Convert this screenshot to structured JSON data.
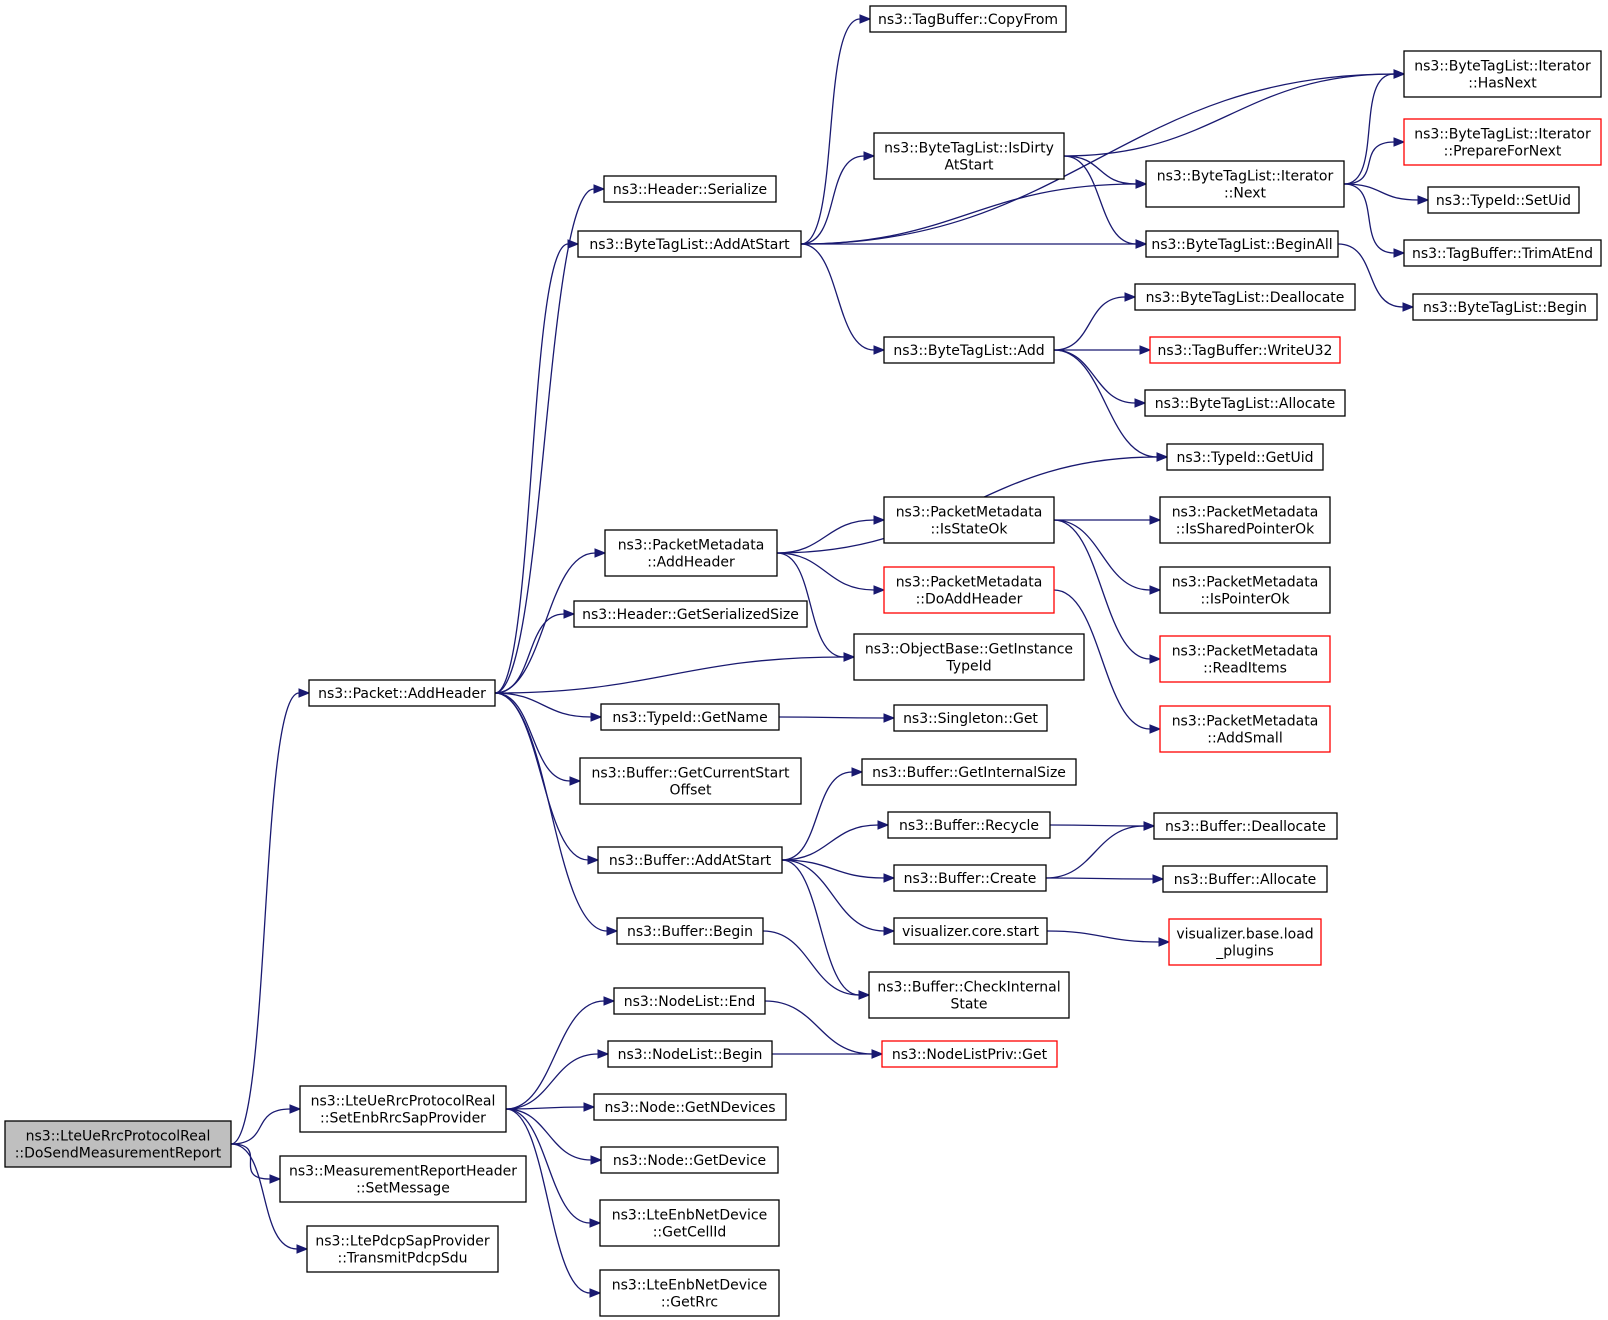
{
  "colors": {
    "edge": "#191970",
    "root_fill": "#bfbfbf",
    "missing_border": "#ff0000",
    "border": "#000000"
  },
  "nodes": [
    {
      "id": "root",
      "lines": [
        "ns3::LteUeRrcProtocolReal",
        "::DoSendMeasurementReport"
      ],
      "style": "root"
    },
    {
      "id": "pkt_addheader",
      "lines": [
        "ns3::Packet::AddHeader"
      ]
    },
    {
      "id": "setenb",
      "lines": [
        "ns3::LteUeRrcProtocolReal",
        "::SetEnbRrcSapProvider"
      ]
    },
    {
      "id": "meas_setmsg",
      "lines": [
        "ns3::MeasurementReportHeader",
        "::SetMessage"
      ]
    },
    {
      "id": "pdcp_transmit",
      "lines": [
        "ns3::LtePdcpSapProvider",
        "::TransmitPdcpSdu"
      ]
    },
    {
      "id": "hdr_serialize",
      "lines": [
        "ns3::Header::Serialize"
      ]
    },
    {
      "id": "btl_addatstart",
      "lines": [
        "ns3::ByteTagList::AddAtStart"
      ]
    },
    {
      "id": "pm_addheader",
      "lines": [
        "ns3::PacketMetadata",
        "::AddHeader"
      ]
    },
    {
      "id": "hdr_getsize",
      "lines": [
        "ns3::Header::GetSerializedSize"
      ]
    },
    {
      "id": "typeid_getname",
      "lines": [
        "ns3::TypeId::GetName"
      ]
    },
    {
      "id": "buf_getcurstart",
      "lines": [
        "ns3::Buffer::GetCurrentStart",
        "Offset"
      ]
    },
    {
      "id": "buf_addatstart",
      "lines": [
        "ns3::Buffer::AddAtStart"
      ]
    },
    {
      "id": "buf_begin",
      "lines": [
        "ns3::Buffer::Begin"
      ]
    },
    {
      "id": "nl_end",
      "lines": [
        "ns3::NodeList::End"
      ]
    },
    {
      "id": "nl_begin",
      "lines": [
        "ns3::NodeList::Begin"
      ]
    },
    {
      "id": "node_getndev",
      "lines": [
        "ns3::Node::GetNDevices"
      ]
    },
    {
      "id": "node_getdev",
      "lines": [
        "ns3::Node::GetDevice"
      ]
    },
    {
      "id": "enb_getcellid",
      "lines": [
        "ns3::LteEnbNetDevice",
        "::GetCellId"
      ]
    },
    {
      "id": "enb_getrrc",
      "lines": [
        "ns3::LteEnbNetDevice",
        "::GetRrc"
      ]
    },
    {
      "id": "tb_copyfrom",
      "lines": [
        "ns3::TagBuffer::CopyFrom"
      ]
    },
    {
      "id": "btl_isdirty",
      "lines": [
        "ns3::ByteTagList::IsDirty",
        "AtStart"
      ]
    },
    {
      "id": "btl_add",
      "lines": [
        "ns3::ByteTagList::Add"
      ]
    },
    {
      "id": "pm_isstateok",
      "lines": [
        "ns3::PacketMetadata",
        "::IsStateOk"
      ]
    },
    {
      "id": "pm_doaddheader",
      "lines": [
        "ns3::PacketMetadata",
        "::DoAddHeader"
      ],
      "style": "red"
    },
    {
      "id": "ob_getinstance",
      "lines": [
        "ns3::ObjectBase::GetInstance",
        "TypeId"
      ]
    },
    {
      "id": "singleton_get",
      "lines": [
        "ns3::Singleton::Get"
      ]
    },
    {
      "id": "buf_getinternal",
      "lines": [
        "ns3::Buffer::GetInternalSize"
      ]
    },
    {
      "id": "buf_recycle",
      "lines": [
        "ns3::Buffer::Recycle"
      ]
    },
    {
      "id": "buf_create",
      "lines": [
        "ns3::Buffer::Create"
      ]
    },
    {
      "id": "vis_core_start",
      "lines": [
        "visualizer.core.start"
      ]
    },
    {
      "id": "buf_checkinternal",
      "lines": [
        "ns3::Buffer::CheckInternal",
        "State"
      ]
    },
    {
      "id": "nlpriv_get",
      "lines": [
        "ns3::NodeListPriv::Get"
      ],
      "style": "red"
    },
    {
      "id": "it_hasnext",
      "lines": [
        "ns3::ByteTagList::Iterator",
        "::HasNext"
      ]
    },
    {
      "id": "it_next",
      "lines": [
        "ns3::ByteTagList::Iterator",
        "::Next"
      ]
    },
    {
      "id": "btl_beginall",
      "lines": [
        "ns3::ByteTagList::BeginAll"
      ]
    },
    {
      "id": "btl_dealloc",
      "lines": [
        "ns3::ByteTagList::Deallocate"
      ]
    },
    {
      "id": "tb_writeu32",
      "lines": [
        "ns3::TagBuffer::WriteU32"
      ],
      "style": "red"
    },
    {
      "id": "btl_alloc",
      "lines": [
        "ns3::ByteTagList::Allocate"
      ]
    },
    {
      "id": "typeid_getuid",
      "lines": [
        "ns3::TypeId::GetUid"
      ]
    },
    {
      "id": "pm_issharedok",
      "lines": [
        "ns3::PacketMetadata",
        "::IsSharedPointerOk"
      ]
    },
    {
      "id": "pm_ispointerok",
      "lines": [
        "ns3::PacketMetadata",
        "::IsPointerOk"
      ]
    },
    {
      "id": "pm_readitems",
      "lines": [
        "ns3::PacketMetadata",
        "::ReadItems"
      ],
      "style": "red"
    },
    {
      "id": "pm_addsmall",
      "lines": [
        "ns3::PacketMetadata",
        "::AddSmall"
      ],
      "style": "red"
    },
    {
      "id": "buf_dealloc",
      "lines": [
        "ns3::Buffer::Deallocate"
      ]
    },
    {
      "id": "buf_alloc",
      "lines": [
        "ns3::Buffer::Allocate"
      ]
    },
    {
      "id": "vis_base_load",
      "lines": [
        "visualizer.base.load",
        "_plugins"
      ],
      "style": "red"
    },
    {
      "id": "it_preparefornext",
      "lines": [
        "ns3::ByteTagList::Iterator",
        "::PrepareForNext"
      ],
      "style": "red"
    },
    {
      "id": "typeid_setuid",
      "lines": [
        "ns3::TypeId::SetUid"
      ]
    },
    {
      "id": "tb_trimatend",
      "lines": [
        "ns3::TagBuffer::TrimAtEnd"
      ]
    },
    {
      "id": "btl_begin",
      "lines": [
        "ns3::ByteTagList::Begin"
      ]
    }
  ],
  "edges": [
    [
      "root",
      "pkt_addheader"
    ],
    [
      "root",
      "setenb"
    ],
    [
      "root",
      "meas_setmsg"
    ],
    [
      "root",
      "pdcp_transmit"
    ],
    [
      "pkt_addheader",
      "hdr_serialize"
    ],
    [
      "pkt_addheader",
      "btl_addatstart"
    ],
    [
      "pkt_addheader",
      "pm_addheader"
    ],
    [
      "pkt_addheader",
      "hdr_getsize"
    ],
    [
      "pkt_addheader",
      "ob_getinstance"
    ],
    [
      "pkt_addheader",
      "typeid_getname"
    ],
    [
      "pkt_addheader",
      "buf_getcurstart"
    ],
    [
      "pkt_addheader",
      "buf_addatstart"
    ],
    [
      "pkt_addheader",
      "buf_begin"
    ],
    [
      "btl_addatstart",
      "tb_copyfrom"
    ],
    [
      "btl_addatstart",
      "it_hasnext"
    ],
    [
      "btl_addatstart",
      "btl_isdirty"
    ],
    [
      "btl_addatstart",
      "it_next"
    ],
    [
      "btl_addatstart",
      "btl_beginall"
    ],
    [
      "btl_addatstart",
      "btl_add"
    ],
    [
      "btl_isdirty",
      "it_hasnext"
    ],
    [
      "btl_isdirty",
      "it_next"
    ],
    [
      "btl_isdirty",
      "btl_beginall"
    ],
    [
      "it_next",
      "it_hasnext"
    ],
    [
      "it_next",
      "it_preparefornext"
    ],
    [
      "it_next",
      "typeid_setuid"
    ],
    [
      "it_next",
      "tb_trimatend"
    ],
    [
      "btl_beginall",
      "btl_begin"
    ],
    [
      "btl_add",
      "btl_dealloc"
    ],
    [
      "btl_add",
      "tb_writeu32"
    ],
    [
      "btl_add",
      "btl_alloc"
    ],
    [
      "btl_add",
      "typeid_getuid"
    ],
    [
      "pm_addheader",
      "typeid_getuid"
    ],
    [
      "pm_addheader",
      "pm_isstateok"
    ],
    [
      "pm_addheader",
      "pm_doaddheader"
    ],
    [
      "pm_addheader",
      "ob_getinstance"
    ],
    [
      "pm_isstateok",
      "pm_issharedok"
    ],
    [
      "pm_isstateok",
      "pm_ispointerok"
    ],
    [
      "pm_isstateok",
      "pm_readitems"
    ],
    [
      "pm_doaddheader",
      "pm_addsmall"
    ],
    [
      "typeid_getname",
      "singleton_get"
    ],
    [
      "buf_addatstart",
      "buf_getinternal"
    ],
    [
      "buf_addatstart",
      "buf_recycle"
    ],
    [
      "buf_addatstart",
      "buf_create"
    ],
    [
      "buf_addatstart",
      "vis_core_start"
    ],
    [
      "buf_addatstart",
      "buf_checkinternal"
    ],
    [
      "buf_recycle",
      "buf_dealloc"
    ],
    [
      "buf_create",
      "buf_dealloc"
    ],
    [
      "buf_create",
      "buf_alloc"
    ],
    [
      "vis_core_start",
      "vis_base_load"
    ],
    [
      "buf_begin",
      "buf_checkinternal"
    ],
    [
      "setenb",
      "nl_end"
    ],
    [
      "setenb",
      "nl_begin"
    ],
    [
      "setenb",
      "node_getndev"
    ],
    [
      "setenb",
      "node_getdev"
    ],
    [
      "setenb",
      "enb_getcellid"
    ],
    [
      "setenb",
      "enb_getrrc"
    ],
    [
      "nl_end",
      "nlpriv_get"
    ],
    [
      "nl_begin",
      "nlpriv_get"
    ]
  ]
}
